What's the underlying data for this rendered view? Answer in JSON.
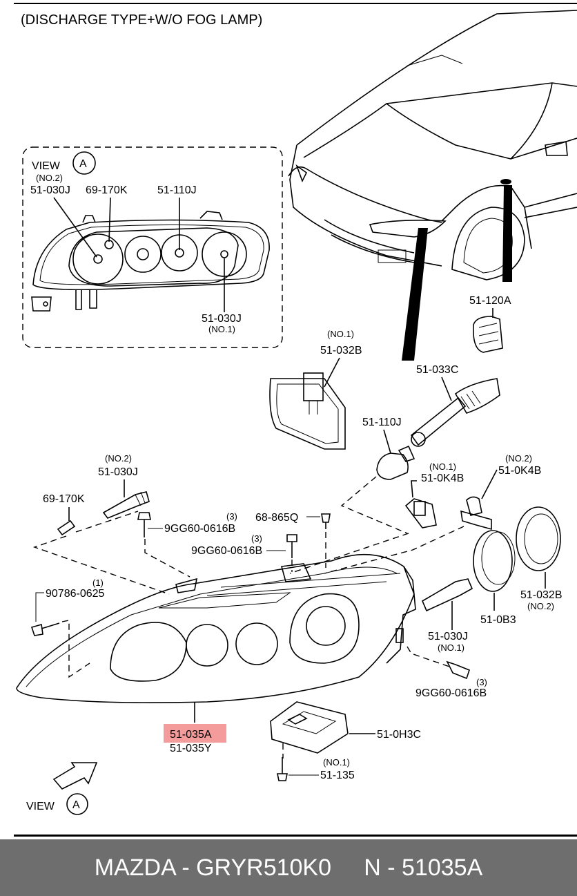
{
  "header": {
    "title": "(DISCHARGE TYPE+W/O FOG LAMP)"
  },
  "view_box": {
    "title": "VIEW",
    "view_letter": "A",
    "labels": {
      "no2_note": "(NO.2)",
      "p51_030J_top": "51-030J",
      "p69_170K": "69-170K",
      "p51_110J": "51-110J",
      "p51_030J_bottom": "51-030J",
      "no1_note": "(NO.1)"
    }
  },
  "parts": {
    "p51_120A": "51-120A",
    "p51_032B_no1": "51-032B",
    "p51_032B_no1_note": "(NO.1)",
    "p51_033C": "51-033C",
    "p51_110J": "51-110J",
    "p51_0K4B_no1": "51-0K4B",
    "p51_0K4B_no1_note": "(NO.1)",
    "p51_0K4B_no2": "51-0K4B",
    "p51_0K4B_no2_note": "(NO.2)",
    "p51_030J_no2": "51-030J",
    "p51_030J_no2_note": "(NO.2)",
    "p69_170K": "69-170K",
    "p9GG60_a": "9GG60-0616B",
    "p9GG60_a_qty": "(3)",
    "p68_865Q": "68-865Q",
    "p9GG60_b": "9GG60-0616B",
    "p9GG60_b_qty": "(3)",
    "p90786": "90786-0625",
    "p90786_qty": "(1)",
    "p51_032B_no2": "51-032B",
    "p51_032B_no2_note": "(NO.2)",
    "p51_0B3": "51-0B3",
    "p51_030J_no1": "51-030J",
    "p51_030J_no1_note": "(NO.1)",
    "p9GG60_c": "9GG60-0616B",
    "p9GG60_c_qty": "(3)",
    "p51_035A": "51-035A",
    "p51_035Y": "51-035Y",
    "p51_0H3C": "51-0H3C",
    "p51_135": "51-135",
    "p51_135_note": "(NO.1)"
  },
  "view_arrow": {
    "title": "VIEW",
    "view_letter": "A"
  },
  "highlight": {
    "part": "51-035A",
    "color": "#f28b8b"
  },
  "footer": {
    "text": "MAZDA - GRYR510K0     N - 51035A",
    "background": "#6e6e6e"
  }
}
